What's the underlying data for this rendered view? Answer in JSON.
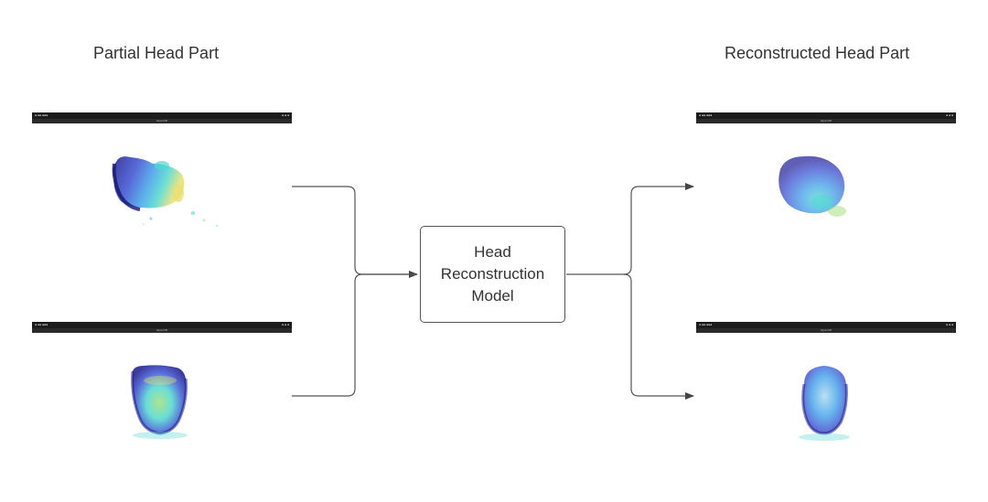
{
  "headings": {
    "left": "Partial Head Part",
    "right": "Reconstructed Head Part"
  },
  "model": {
    "label": "Head\nReconstruction\nModel"
  },
  "viewer_ui": {
    "title": "Open3D"
  },
  "colors": {
    "line": "#555555",
    "viewer_bar": "#1c1c1c",
    "point_palette": [
      "#1a1aa0",
      "#3a4fd0",
      "#3fa0e8",
      "#4fd8d0",
      "#9ee07a",
      "#e8e070"
    ]
  }
}
